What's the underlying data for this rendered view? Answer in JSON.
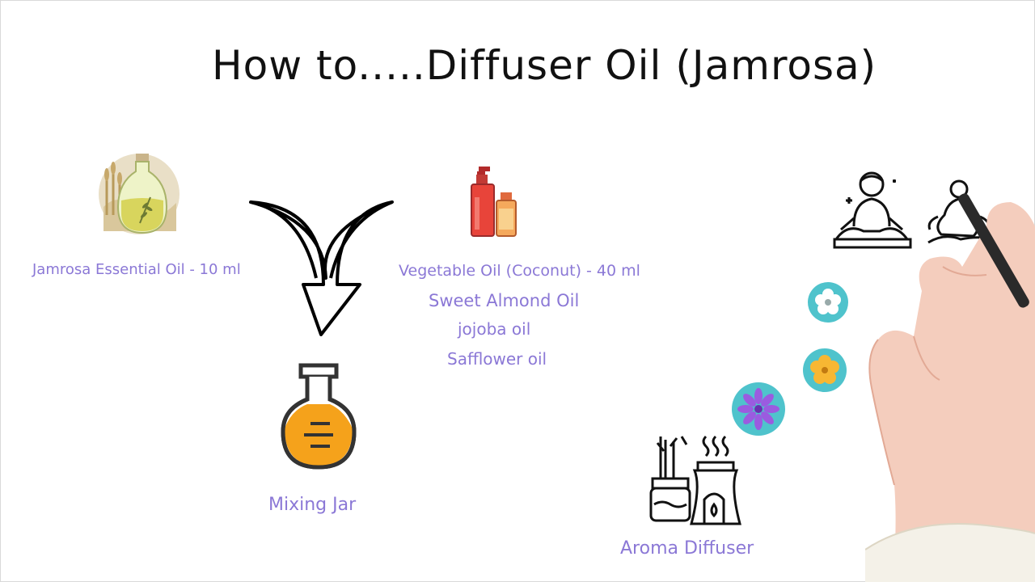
{
  "title": "How to.....Diffuser Oil (Jamrosa)",
  "ingredients": {
    "essential_oil": "Jamrosa Essential Oil - 10 ml",
    "carrier_oil": "Vegetable Oil (Coconut) - 40 ml",
    "carrier_options": [
      "Sweet Almond Oil",
      "jojoba oil",
      "Safflower oil"
    ]
  },
  "steps": {
    "mixing": "Mixing Jar",
    "diffuser": "Aroma Diffuser"
  },
  "colors": {
    "label": "#8b78d6",
    "title": "#111111",
    "flower_bg": "#4fc3cc",
    "jar_liquid": "#f5a21b",
    "bottle_red": "#e8443a"
  },
  "icons": [
    "oil-bottle-icon",
    "pump-bottle-icon",
    "curved-arrow-icon",
    "flask-icon",
    "meditation-icon",
    "flower-icon",
    "aroma-diffuser-icon",
    "hand-with-pen"
  ]
}
